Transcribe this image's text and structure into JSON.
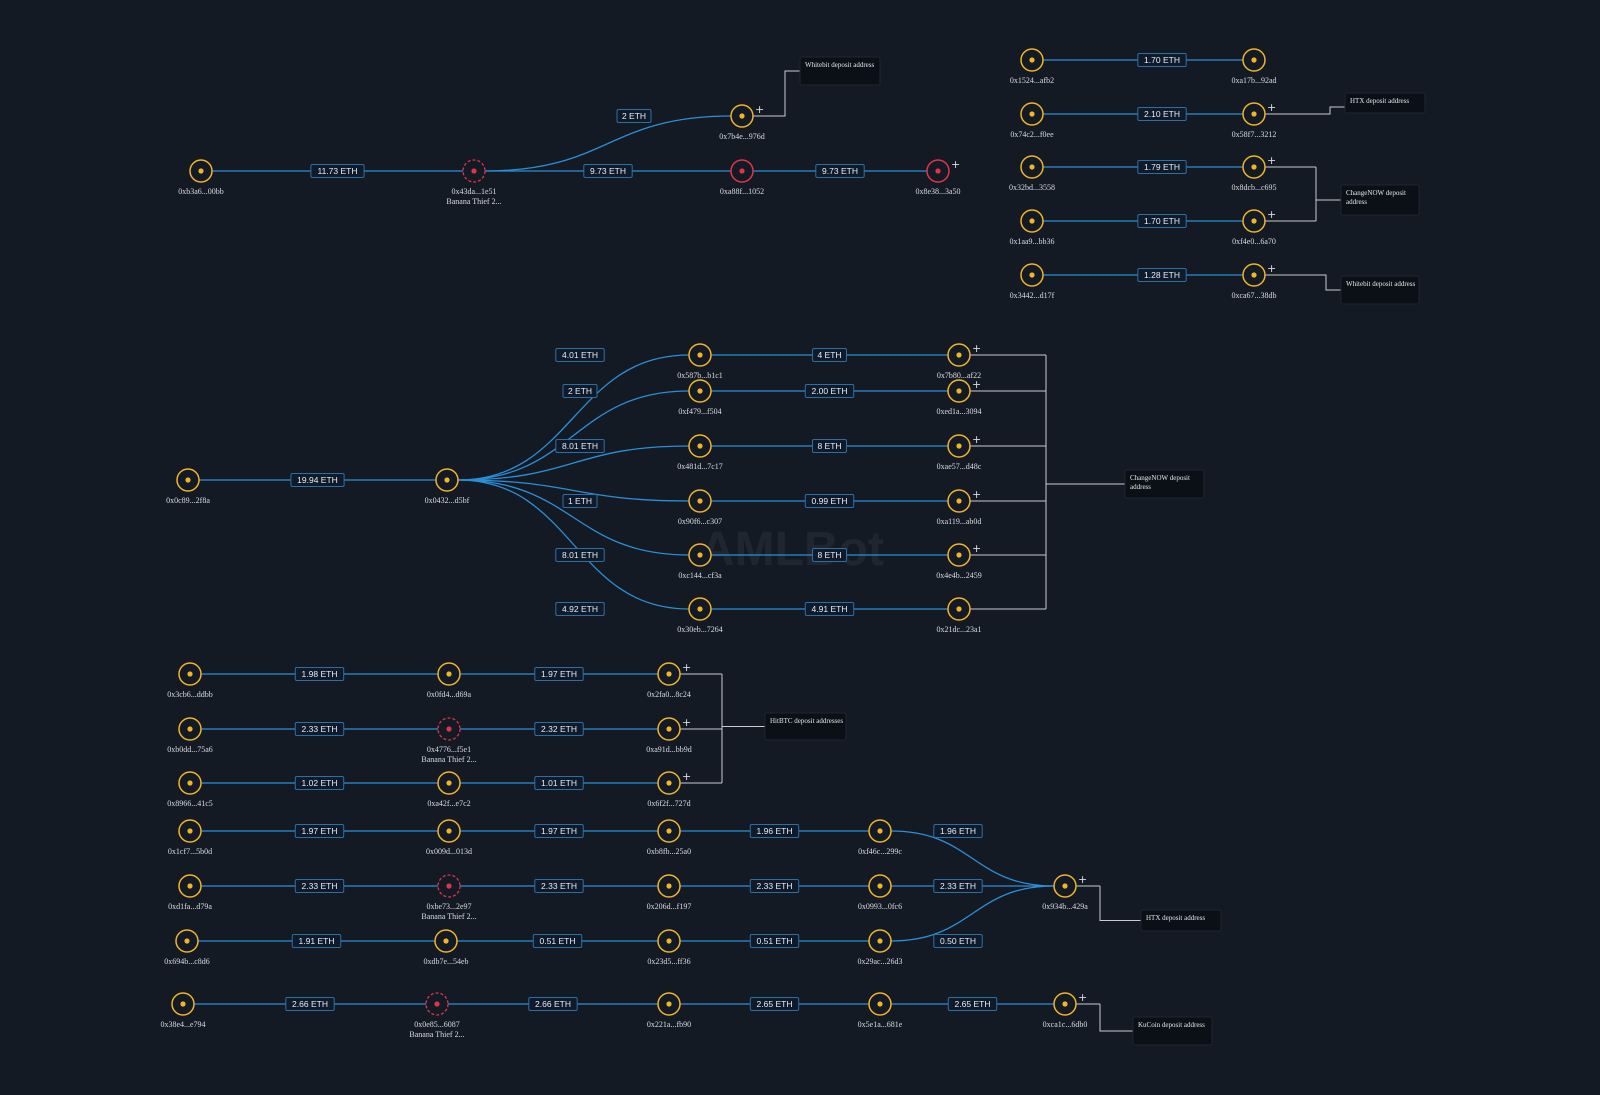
{
  "watermark": "AMLBot",
  "nodes": {
    "b3a6": {
      "label": "0xb3a6...00bb"
    },
    "43da": {
      "label": "0x43da...1e51",
      "sub": "Banana Thief 2...",
      "style": "red-dashed"
    },
    "7b4e": {
      "label": "0x7b4e...976d",
      "plus": true
    },
    "a88f": {
      "label": "0xa88f...1052",
      "style": "red"
    },
    "8e38": {
      "label": "0x8e38...3a50",
      "style": "red",
      "plus": true
    },
    "1524": {
      "label": "0x1524...afb2"
    },
    "74c2": {
      "label": "0x74c2...f0ee"
    },
    "32bd": {
      "label": "0x32bd...3558"
    },
    "1aa9": {
      "label": "0x1aa9...bb36"
    },
    "3442": {
      "label": "0x3442...d17f"
    },
    "a17b": {
      "label": "0xa17b...92ad"
    },
    "58f7": {
      "label": "0x58f7...3212",
      "plus": true
    },
    "8dcb": {
      "label": "0x8dcb...c695",
      "plus": true
    },
    "f4e0": {
      "label": "0xf4e0...6a70",
      "plus": true
    },
    "ca67": {
      "label": "0xca67...38db",
      "plus": true
    },
    "0c89": {
      "label": "0x0c89...2f8a"
    },
    "0432": {
      "label": "0x0432...d5bf"
    },
    "587b": {
      "label": "0x587b...b1c1"
    },
    "f479": {
      "label": "0xf479...f504"
    },
    "481d": {
      "label": "0x481d...7c17"
    },
    "90f6": {
      "label": "0x90f6...c307"
    },
    "c144": {
      "label": "0xc144...cf3a"
    },
    "30eb": {
      "label": "0x30eb...7264"
    },
    "7b80": {
      "label": "0x7b80...af22",
      "plus": true
    },
    "ed1a": {
      "label": "0xed1a...3094",
      "plus": true
    },
    "ae57": {
      "label": "0xae57...d48c",
      "plus": true
    },
    "a119": {
      "label": "0xa119...ab0d",
      "plus": true
    },
    "4e4b": {
      "label": "0x4e4b...2459",
      "plus": true
    },
    "21dc": {
      "label": "0x21dc...23a1"
    },
    "3cb6": {
      "label": "0x3cb6...ddbb"
    },
    "0fd4": {
      "label": "0x0fd4...d69a"
    },
    "2fa0": {
      "label": "0x2fa0...8c24",
      "plus": true
    },
    "b0dd": {
      "label": "0xb0dd...75a6"
    },
    "4776": {
      "label": "0x4776...f5e1",
      "sub": "Banana Thief 2...",
      "style": "red-dashed"
    },
    "a91d": {
      "label": "0xa91d...bb9d",
      "plus": true
    },
    "8966": {
      "label": "0x8966...41c5"
    },
    "a42f": {
      "label": "0xa42f...e7c2"
    },
    "6f2f": {
      "label": "0x6f2f...727d",
      "plus": true
    },
    "1cf7": {
      "label": "0x1cf7...5b0d"
    },
    "009d": {
      "label": "0x009d...013d"
    },
    "b8fb": {
      "label": "0xb8fb...25a0"
    },
    "f46c": {
      "label": "0xf46c...299c"
    },
    "d1fa": {
      "label": "0xd1fa...d79a"
    },
    "be73": {
      "label": "0xbe73...2e97",
      "sub": "Banana Thief 2...",
      "style": "red-dashed"
    },
    "206d": {
      "label": "0x206d...f197"
    },
    "0993": {
      "label": "0x0993...0fc6"
    },
    "694b": {
      "label": "0x694b...c8d6"
    },
    "db7e": {
      "label": "0xdb7e...54eb"
    },
    "23d5": {
      "label": "0x23d5...ff36"
    },
    "29ac": {
      "label": "0x29ac...26d3"
    },
    "934b": {
      "label": "0x934b...429a",
      "plus": true
    },
    "38e4": {
      "label": "0x38e4...e794"
    },
    "0e85": {
      "label": "0x0e85...6087",
      "sub": "Banana Thief 2...",
      "style": "red-dashed"
    },
    "221a": {
      "label": "0x221a...fb90"
    },
    "5e1a": {
      "label": "0x5e1a...681e"
    },
    "ca1c": {
      "label": "0xca1c...6db0",
      "plus": true
    }
  },
  "edges": [
    {
      "from": "b3a6",
      "to": "43da",
      "amount": "11.73 ETH"
    },
    {
      "from": "43da",
      "to": "7b4e",
      "amount": "2 ETH"
    },
    {
      "from": "43da",
      "to": "a88f",
      "amount": "9.73 ETH"
    },
    {
      "from": "a88f",
      "to": "8e38",
      "amount": "9.73 ETH"
    },
    {
      "from": "1524",
      "to": "a17b",
      "amount": "1.70 ETH"
    },
    {
      "from": "74c2",
      "to": "58f7",
      "amount": "2.10 ETH"
    },
    {
      "from": "32bd",
      "to": "8dcb",
      "amount": "1.79 ETH"
    },
    {
      "from": "1aa9",
      "to": "f4e0",
      "amount": "1.70 ETH"
    },
    {
      "from": "3442",
      "to": "ca67",
      "amount": "1.28 ETH"
    },
    {
      "from": "0c89",
      "to": "0432",
      "amount": "19.94 ETH"
    },
    {
      "from": "0432",
      "to": "587b",
      "amount": "4.01 ETH"
    },
    {
      "from": "0432",
      "to": "f479",
      "amount": "2 ETH"
    },
    {
      "from": "0432",
      "to": "481d",
      "amount": "8.01 ETH"
    },
    {
      "from": "0432",
      "to": "90f6",
      "amount": "1 ETH"
    },
    {
      "from": "0432",
      "to": "c144",
      "amount": "8.01 ETH"
    },
    {
      "from": "0432",
      "to": "30eb",
      "amount": "4.92 ETH"
    },
    {
      "from": "587b",
      "to": "7b80",
      "amount": "4 ETH"
    },
    {
      "from": "f479",
      "to": "ed1a",
      "amount": "2.00 ETH"
    },
    {
      "from": "481d",
      "to": "ae57",
      "amount": "8 ETH"
    },
    {
      "from": "90f6",
      "to": "a119",
      "amount": "0.99 ETH"
    },
    {
      "from": "c144",
      "to": "4e4b",
      "amount": "8 ETH"
    },
    {
      "from": "30eb",
      "to": "21dc",
      "amount": "4.91 ETH"
    },
    {
      "from": "3cb6",
      "to": "0fd4",
      "amount": "1.98 ETH"
    },
    {
      "from": "0fd4",
      "to": "2fa0",
      "amount": "1.97 ETH"
    },
    {
      "from": "b0dd",
      "to": "4776",
      "amount": "2.33 ETH"
    },
    {
      "from": "4776",
      "to": "a91d",
      "amount": "2.32 ETH"
    },
    {
      "from": "8966",
      "to": "a42f",
      "amount": "1.02 ETH"
    },
    {
      "from": "a42f",
      "to": "6f2f",
      "amount": "1.01 ETH"
    },
    {
      "from": "1cf7",
      "to": "009d",
      "amount": "1.97 ETH"
    },
    {
      "from": "009d",
      "to": "b8fb",
      "amount": "1.97 ETH"
    },
    {
      "from": "b8fb",
      "to": "f46c",
      "amount": "1.96 ETH"
    },
    {
      "from": "f46c",
      "to": "934b",
      "amount": "1.96 ETH"
    },
    {
      "from": "d1fa",
      "to": "be73",
      "amount": "2.33 ETH"
    },
    {
      "from": "be73",
      "to": "206d",
      "amount": "2.33 ETH"
    },
    {
      "from": "206d",
      "to": "0993",
      "amount": "2.33 ETH"
    },
    {
      "from": "0993",
      "to": "934b",
      "amount": "2.33 ETH"
    },
    {
      "from": "694b",
      "to": "db7e",
      "amount": "1.91 ETH"
    },
    {
      "from": "db7e",
      "to": "23d5",
      "amount": "0.51 ETH"
    },
    {
      "from": "23d5",
      "to": "29ac",
      "amount": "0.51 ETH"
    },
    {
      "from": "29ac",
      "to": "934b",
      "amount": "0.50 ETH"
    },
    {
      "from": "38e4",
      "to": "0e85",
      "amount": "2.66 ETH"
    },
    {
      "from": "0e85",
      "to": "221a",
      "amount": "2.66 ETH"
    },
    {
      "from": "221a",
      "to": "5e1a",
      "amount": "2.65 ETH"
    },
    {
      "from": "5e1a",
      "to": "ca1c",
      "amount": "2.65 ETH"
    }
  ],
  "exchanges": [
    {
      "id": "ex1",
      "lines": [
        "Whitebit deposit address"
      ],
      "nodes": [
        "7b4e"
      ]
    },
    {
      "id": "ex2",
      "lines": [
        "HTX deposit address"
      ],
      "nodes": [
        "58f7"
      ]
    },
    {
      "id": "ex3",
      "lines": [
        "ChangeNOW deposit",
        "address"
      ],
      "nodes": [
        "8dcb",
        "f4e0"
      ]
    },
    {
      "id": "ex4",
      "lines": [
        "Whitebit deposit address"
      ],
      "nodes": [
        "ca67"
      ]
    },
    {
      "id": "ex5",
      "lines": [
        "ChangeNOW deposit",
        "address"
      ],
      "nodes": [
        "7b80",
        "ed1a",
        "ae57",
        "a119",
        "4e4b",
        "21dc"
      ]
    },
    {
      "id": "ex6",
      "lines": [
        "HitBTC deposit addresses"
      ],
      "nodes": [
        "2fa0",
        "a91d",
        "6f2f"
      ]
    },
    {
      "id": "ex7",
      "lines": [
        "HTX deposit address"
      ],
      "nodes": [
        "934b"
      ]
    },
    {
      "id": "ex8",
      "lines": [
        "KuCoin deposit address"
      ],
      "nodes": [
        "ca1c"
      ]
    }
  ]
}
